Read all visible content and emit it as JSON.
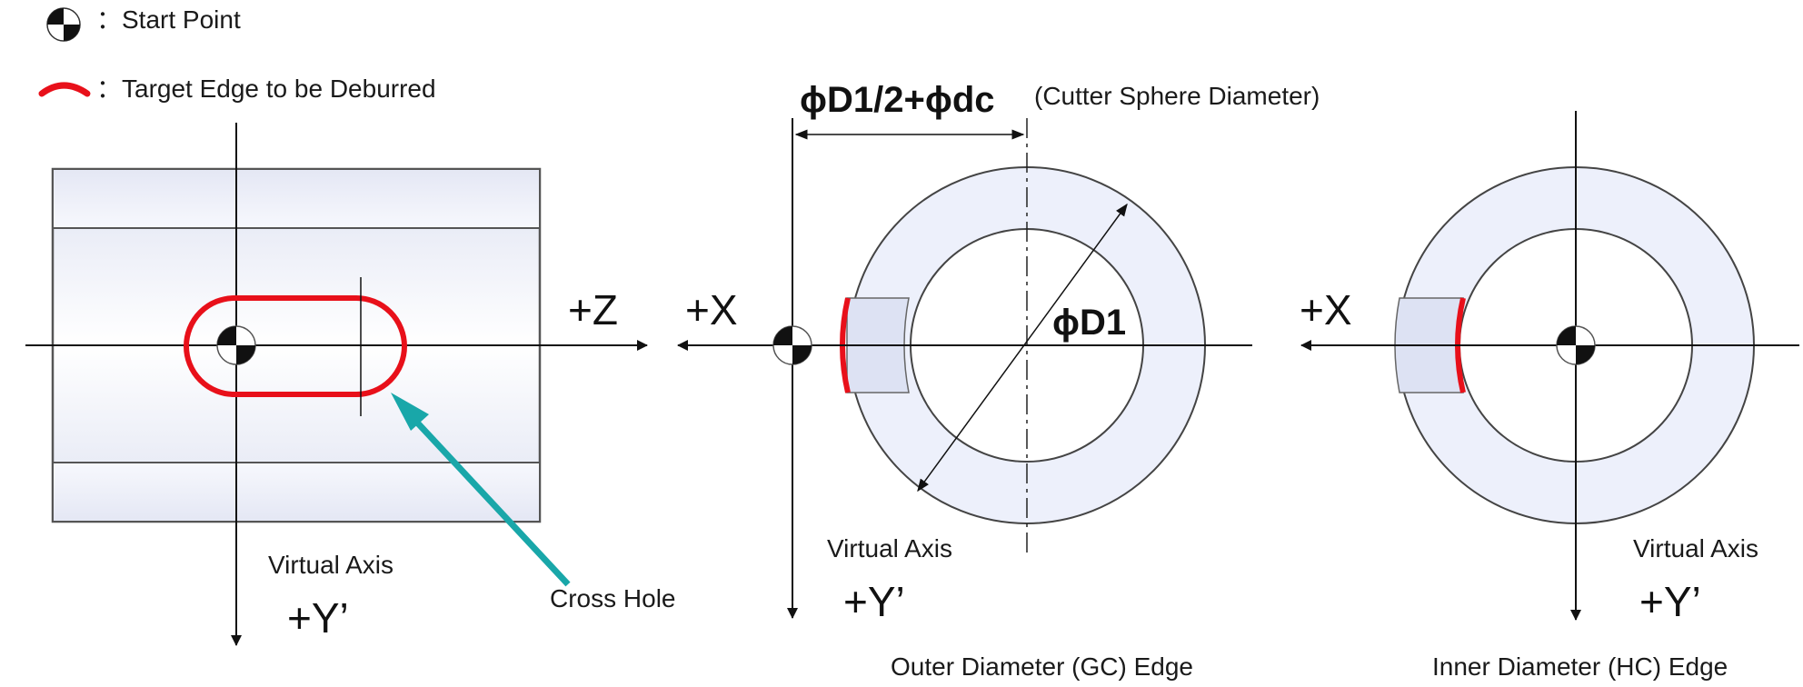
{
  "legend": {
    "start_point": "：Start Point",
    "target_edge": "：Target Edge to be Deburred"
  },
  "labels": {
    "plus_z": "+Z",
    "plus_x_middle": "+X",
    "plus_x_right": "+X",
    "plus_y_left": "+Y’",
    "plus_y_middle": "+Y’",
    "plus_y_right": "+Y’",
    "virtual_axis_left": "Virtual Axis",
    "virtual_axis_middle": "Virtual Axis",
    "virtual_axis_right": "Virtual Axis",
    "cross_hole": "Cross Hole",
    "dimension_top": "ϕD1/2+ϕdc",
    "cutter_sphere": "(Cutter Sphere Diameter)",
    "dimension_d1": "ϕD1",
    "outer_edge_caption": "Outer Diameter (GC) Edge",
    "inner_edge_caption": "Inner Diameter (HC) Edge"
  },
  "colors": {
    "edge_red": "#e8101a",
    "cross_hole_arrow": "#19a7a9",
    "ring_fill": "#edf0fb",
    "line": "#222222"
  },
  "icons": {
    "start_point": "start-point-icon",
    "target_edge": "target-edge-icon"
  }
}
